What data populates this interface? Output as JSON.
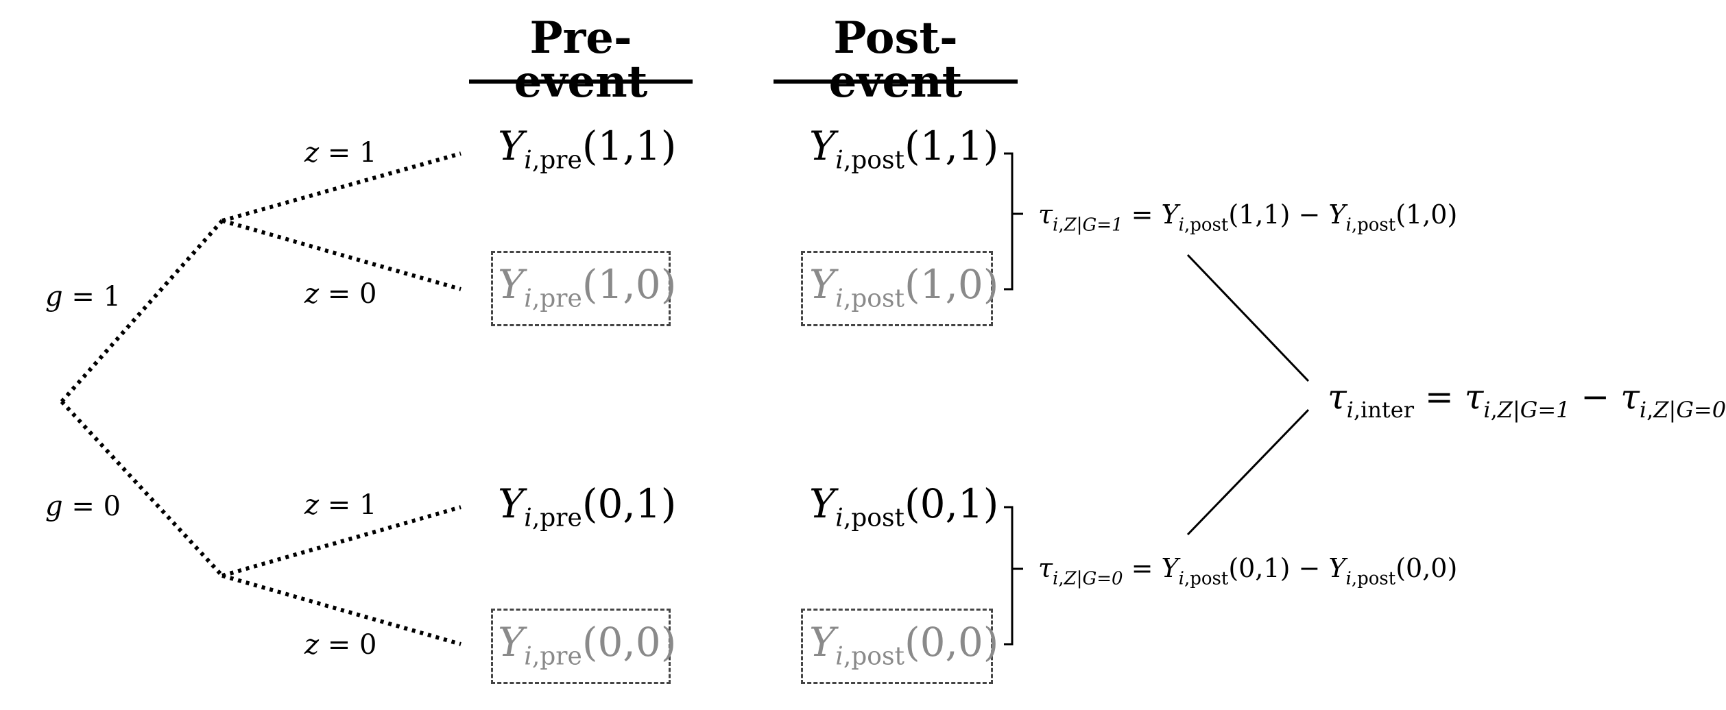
{
  "headers": {
    "pre": "Pre-event",
    "post": "Post-event"
  },
  "branch_labels": {
    "g1": "1",
    "g0": "0",
    "z1_top": "1",
    "z0_top": "0",
    "z1_bottom": "1",
    "z0_bottom": "0"
  },
  "outcomes": {
    "pre_11": {
      "args": "(1,1)",
      "sub": "pre",
      "observed": true
    },
    "pre_10": {
      "args": "(1,0)",
      "sub": "pre",
      "observed": false
    },
    "pre_01": {
      "args": "(0,1)",
      "sub": "pre",
      "observed": true
    },
    "pre_00": {
      "args": "(0,0)",
      "sub": "pre",
      "observed": false
    },
    "post_11": {
      "args": "(1,1)",
      "sub": "post",
      "observed": true
    },
    "post_10": {
      "args": "(1,0)",
      "sub": "post",
      "observed": false
    },
    "post_01": {
      "args": "(0,1)",
      "sub": "post",
      "observed": true
    },
    "post_00": {
      "args": "(0,0)",
      "sub": "post",
      "observed": false
    }
  },
  "formulas": {
    "tau_g1": {
      "lhs_sub": "Z|G=1",
      "a_args": "(1,1)",
      "b_args": "(1,0)"
    },
    "tau_g0": {
      "lhs_sub": "Z|G=0",
      "a_args": "(0,1)",
      "b_args": "(0,0)"
    },
    "tau_inter": {
      "lhs_sub": "inter",
      "a_sub": "Z|G=1",
      "b_sub": "Z|G=0"
    }
  },
  "colors": {
    "observed": "#000000",
    "counterfactual": "#8a8a8a"
  }
}
